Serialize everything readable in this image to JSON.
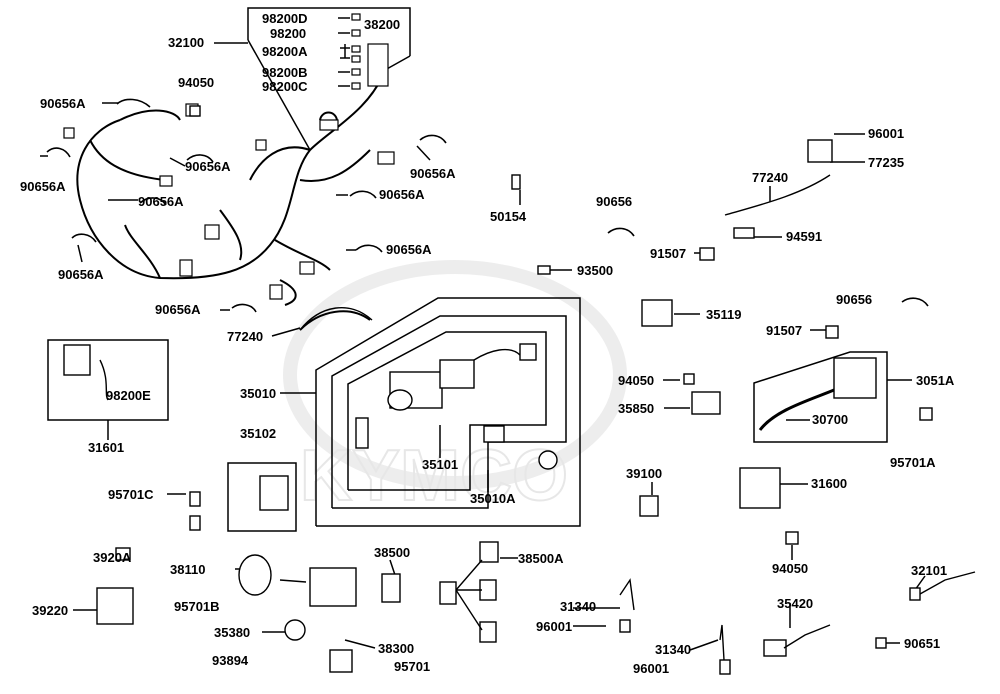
{
  "brand_watermark": "KYMCO",
  "labels": {
    "l98200D": "98200D",
    "l98200": "98200",
    "l98200A": "98200A",
    "l98200B": "98200B",
    "l98200C": "98200C",
    "l38200": "38200",
    "l32100": "32100",
    "l94050a": "94050",
    "l90656A_1": "90656A",
    "l90656A_2": "90656A",
    "l90656A_3": "90656A",
    "l90656A_4": "90656A",
    "l90656A_5": "90656A",
    "l90656A_6": "90656A",
    "l90656A_7": "90656A",
    "l90656A_8": "90656A",
    "l90656A_9": "90656A",
    "l77240a": "77240",
    "l50154": "50154",
    "l90656a": "90656",
    "l91507a": "91507",
    "l93500": "93500",
    "l96001a": "96001",
    "l77235": "77235",
    "l77240b": "77240",
    "l94591": "94591",
    "l35119": "35119",
    "l90656b": "90656",
    "l91507b": "91507",
    "l3051A": "3051A",
    "l30700": "30700",
    "l95701A": "95701A",
    "l94050b": "94050",
    "l35850": "35850",
    "l98200E": "98200E",
    "l31601": "31601",
    "l35010": "35010",
    "l35102": "35102",
    "l35101": "35101",
    "l35010A": "35010A",
    "l95701C": "95701C",
    "l39100": "39100",
    "l31600": "31600",
    "l94050c": "94050",
    "l3920A": "3920A",
    "l39220": "39220",
    "l38110": "38110",
    "l95701B": "95701B",
    "l35380": "35380",
    "l93894": "93894",
    "l38500": "38500",
    "l38300": "38300",
    "l95701": "95701",
    "l38500A": "38500A",
    "l31340a": "31340",
    "l96001b": "96001",
    "l31340b": "31340",
    "l96001c": "96001",
    "l35420": "35420",
    "l32101": "32101",
    "l90651": "90651"
  }
}
